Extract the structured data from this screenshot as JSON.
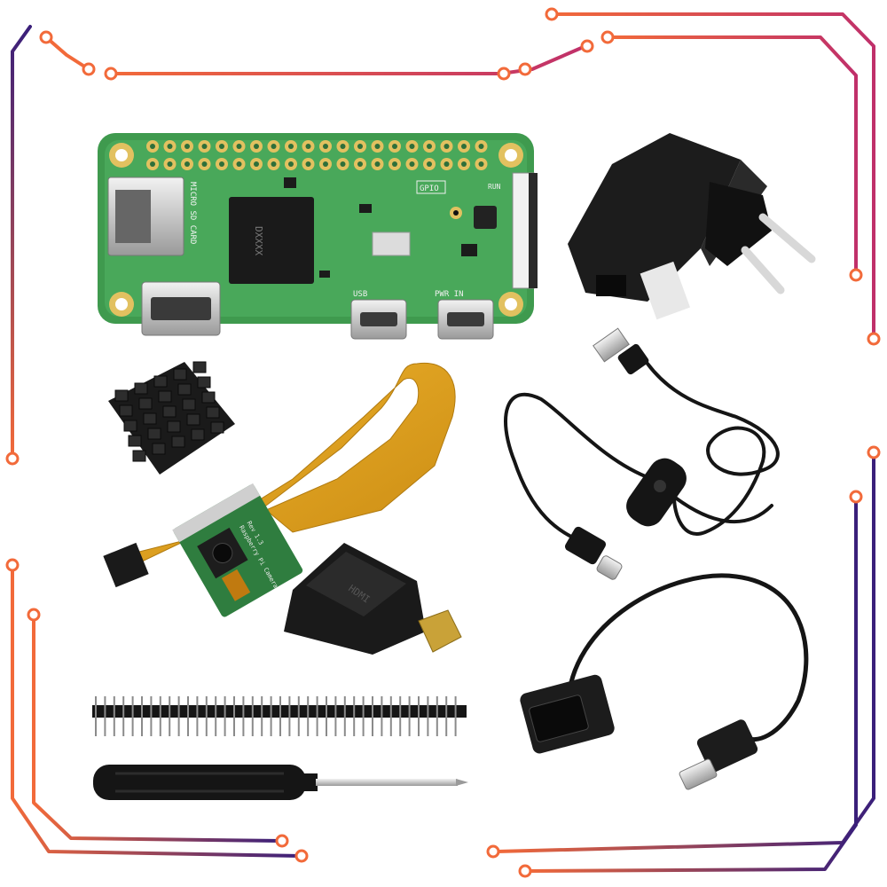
{
  "colors": {
    "trace_orange": "#f26a3a",
    "trace_purple": "#3a1f7a",
    "trace_magenta": "#c0306a",
    "pcb_green": "#3f9a4e",
    "pcb_dark": "#1f6b33",
    "gold": "#d8b24a",
    "flex_cable": "#e0a01e",
    "black": "#141414"
  },
  "board": {
    "gpio_label": "GPIO",
    "run_label": "RUN",
    "usb_label": "USB",
    "pwr_label": "PWR IN",
    "sd_label": "MICRO SD CARD",
    "chip_text": "DXXXX"
  },
  "camera": {
    "label_line1": "Raspberry Pi Camera",
    "label_line2": "Rev 1.3"
  },
  "adapter": {
    "label": "HDMI"
  }
}
